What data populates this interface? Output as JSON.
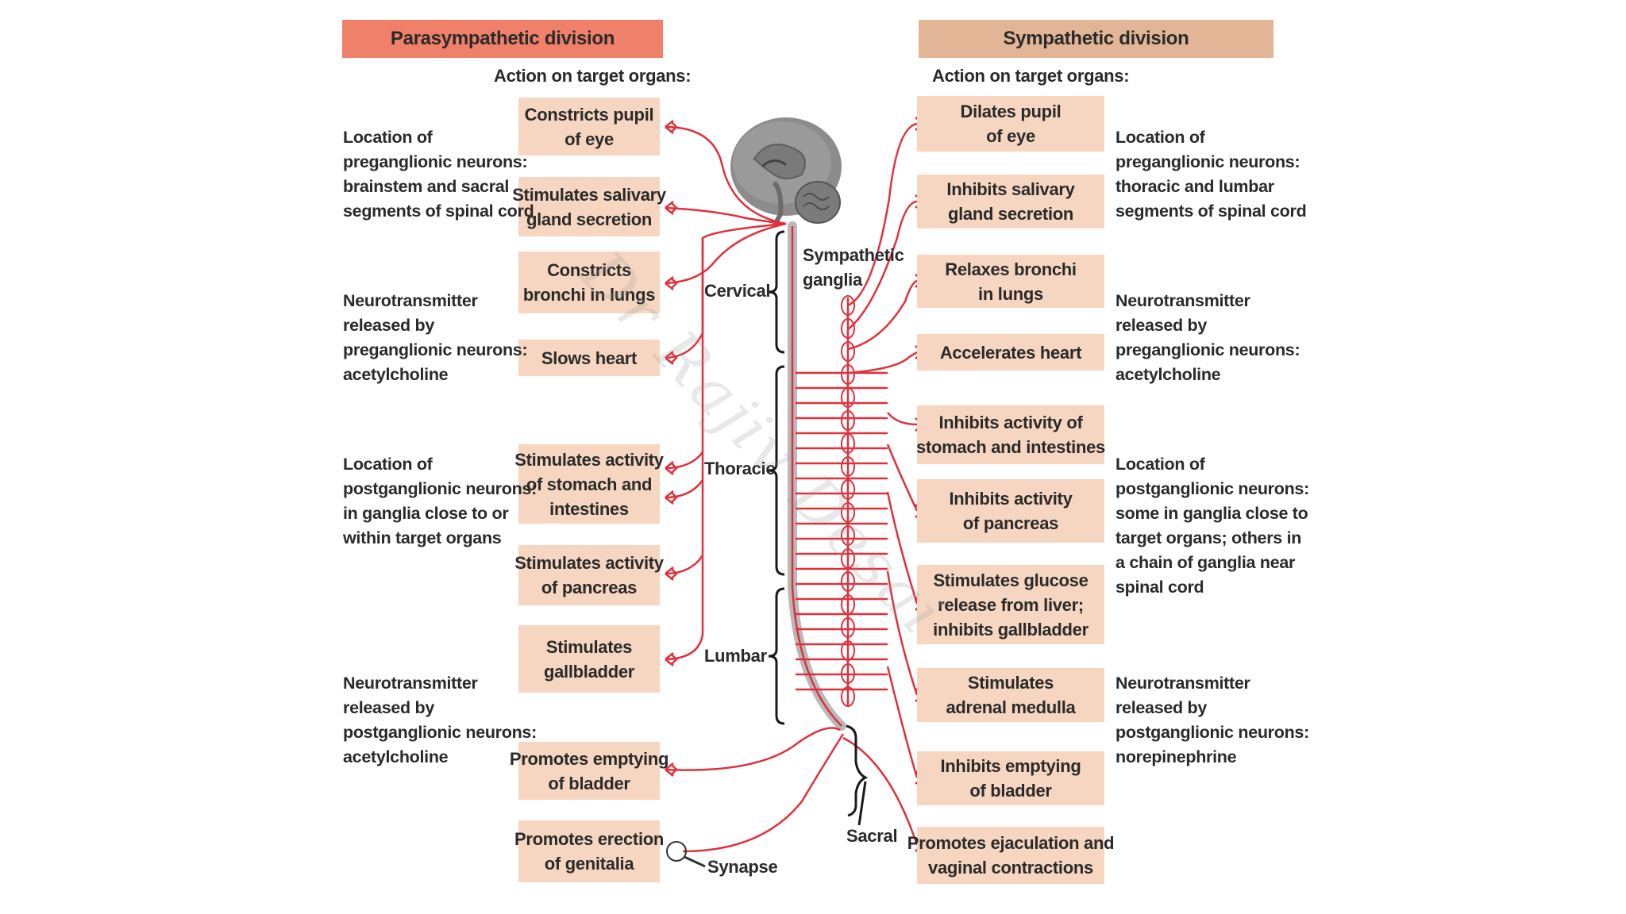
{
  "headers": {
    "parasympathetic": "Parasympathetic division",
    "sympathetic": "Sympathetic division"
  },
  "action_label_left": "Action on target organs:",
  "action_label_right": "Action on target organs:",
  "parasympathetic_actions": [
    [
      "Constricts pupil",
      "of eye"
    ],
    [
      "Stimulates salivary",
      "gland secretion"
    ],
    [
      "Constricts",
      "bronchi in lungs"
    ],
    [
      "Slows heart"
    ],
    [
      "Stimulates activity",
      "of stomach and",
      "intestines"
    ],
    [
      "Stimulates activity",
      "of pancreas"
    ],
    [
      "Stimulates",
      "gallbladder"
    ],
    [
      "Promotes emptying",
      "of bladder"
    ],
    [
      "Promotes erection",
      "of genitalia"
    ]
  ],
  "sympathetic_actions": [
    [
      "Dilates pupil",
      "of eye"
    ],
    [
      "Inhibits salivary",
      "gland secretion"
    ],
    [
      "Relaxes bronchi",
      "in lungs"
    ],
    [
      "Accelerates heart"
    ],
    [
      "Inhibits activity of",
      "stomach and intestines"
    ],
    [
      "Inhibits activity",
      "of pancreas"
    ],
    [
      "Stimulates glucose",
      "release from liver;",
      "inhibits gallbladder"
    ],
    [
      "Stimulates",
      "adrenal medulla"
    ],
    [
      "Inhibits emptying",
      "of bladder"
    ],
    [
      "Promotes ejaculation and",
      "vaginal contractions"
    ]
  ],
  "left_notes": [
    [
      "Location of",
      "preganglionic neurons:",
      "brainstem and sacral",
      "segments of spinal cord"
    ],
    [
      "Neurotransmitter",
      "released by",
      "preganglionic neurons:",
      "acetylcholine"
    ],
    [
      "Location of",
      "postganglionic neurons:",
      "in ganglia close to or",
      "within target organs"
    ],
    [
      "Neurotransmitter",
      "released by",
      "postganglionic neurons:",
      "acetylcholine"
    ]
  ],
  "right_notes": [
    [
      "Location of",
      "preganglionic neurons:",
      "thoracic and lumbar",
      "segments of spinal cord"
    ],
    [
      "Neurotransmitter",
      "released by",
      "preganglionic neurons:",
      "acetylcholine"
    ],
    [
      "Location of",
      "postganglionic neurons:",
      "some in ganglia close to",
      "target organs; others in",
      "a chain of ganglia near",
      "spinal cord"
    ],
    [
      "Neurotransmitter",
      "released by",
      "postganglionic neurons:",
      "norepinephrine"
    ]
  ],
  "center_labels": {
    "sympathetic_ganglia": [
      "Sympathetic",
      "ganglia"
    ],
    "cervical": "Cervical",
    "thoracic": "Thoracic",
    "lumbar": "Lumbar",
    "sacral": "Sacral",
    "synapse": "Synapse"
  },
  "watermark": "Dr Rajiv Desai",
  "colors": {
    "para_header": "#f1806a",
    "symp_header": "#e2b597",
    "box": "#f7d6c1",
    "nerve": "#e0303c",
    "brain": "#8a8a8a",
    "text": "#2a2a2a"
  }
}
